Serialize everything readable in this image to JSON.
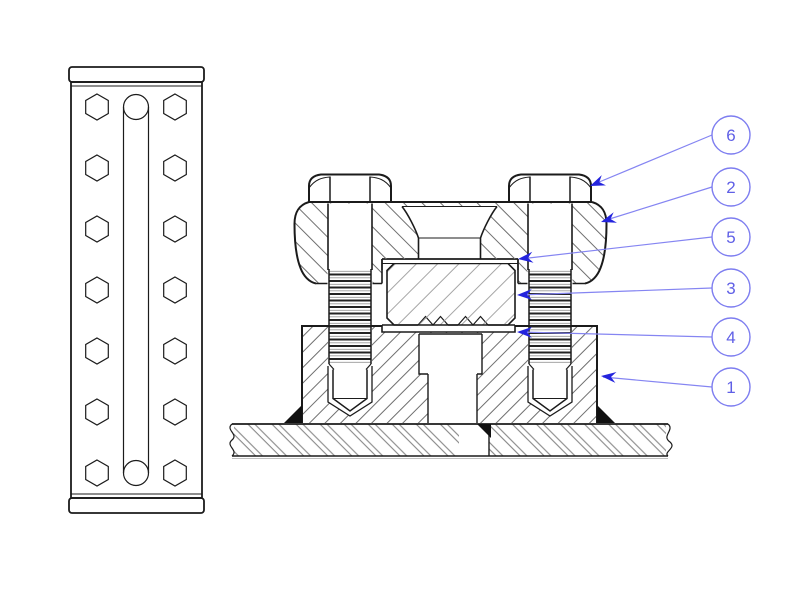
{
  "drawing": {
    "kind": "engineering-assembly-section-drawing",
    "background": "#ffffff",
    "line_color": "#1b1b1b",
    "hatch_color": "#6f6f6f",
    "light_hatch_color": "#9c9c9c",
    "weld_color": "#111111"
  },
  "left_view": {
    "description_shape": "plate-plan-view",
    "hex_hole_columns": 2,
    "hex_hole_rows": 7,
    "hex_hole_count": 14,
    "center_slot": "rounded-end-slot"
  },
  "callouts": {
    "balloon_stroke": "#7d7df0",
    "leader_color": "#8585f2",
    "arrow_color": "#2424dd",
    "text_color": "#5f5fe6",
    "items": [
      {
        "label": "6"
      },
      {
        "label": "2"
      },
      {
        "label": "5"
      },
      {
        "label": "3"
      },
      {
        "label": "4"
      },
      {
        "label": "1"
      }
    ]
  }
}
